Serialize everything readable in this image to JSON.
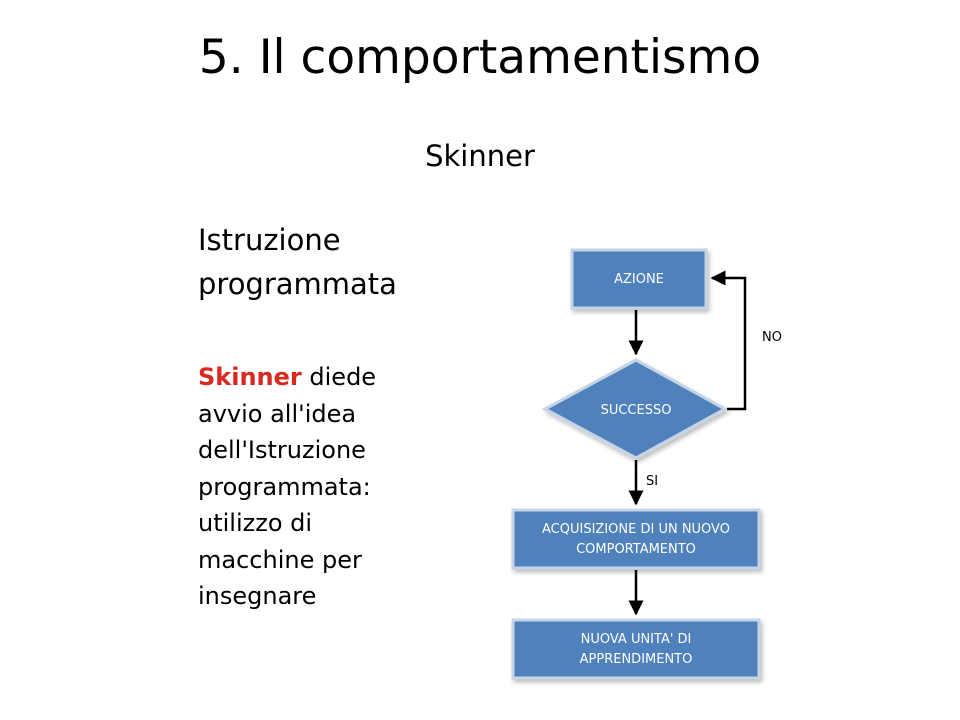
{
  "slide": {
    "title": "5. Il comportamentismo",
    "subtitle": "Skinner",
    "heading_lines": [
      "Istruzione",
      "programmata"
    ],
    "body": {
      "highlight": "Skinner",
      "first_line_rest": " diede",
      "lines": [
        "avvio all'idea",
        "dell'Istruzione",
        "programmata:",
        "utilizzo di",
        "macchine per",
        "insegnare"
      ]
    }
  },
  "diagram": {
    "colors": {
      "box_fill": "#4f81bd",
      "box_stroke": "#c6d4e6",
      "arrow": "#000000",
      "highlight": "#d9281d"
    },
    "nodes": {
      "azione": "AZIONE",
      "successo": "SUCCESSO",
      "acquisizione_line1": "ACQUISIZIONE DI UN NUOVO",
      "acquisizione_line2": "COMPORTAMENTO",
      "nuova_line1": "NUOVA UNITA' DI",
      "nuova_line2": "APPRENDIMENTO"
    },
    "edge_labels": {
      "no": "NO",
      "si": "SI"
    }
  }
}
